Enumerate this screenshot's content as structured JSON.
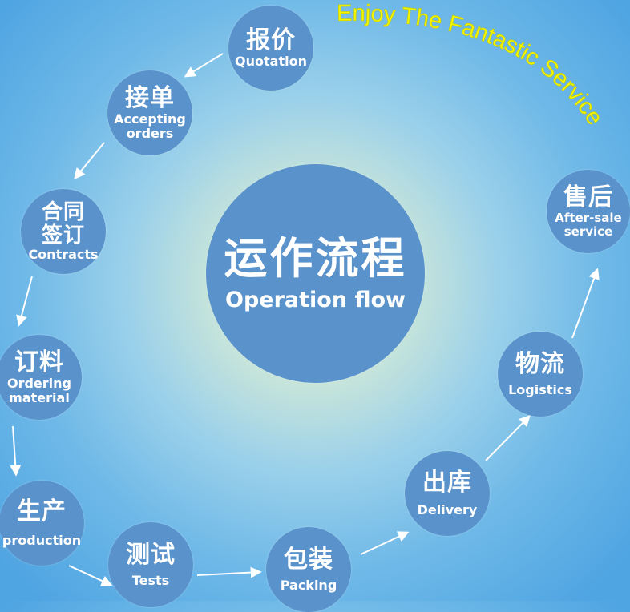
{
  "diagram": {
    "slogan": "Enjoy The Fantastic Service",
    "center": {
      "cn": "运作流程",
      "en": "Operation flow"
    },
    "steps": [
      {
        "cn": "报价",
        "en": "Quotation"
      },
      {
        "cn": "接单",
        "en": "Accepting\norders"
      },
      {
        "cn": "合同\n签订",
        "en": "Contracts"
      },
      {
        "cn": "订料",
        "en": "Ordering\nmaterial"
      },
      {
        "cn": "生产",
        "en": "production"
      },
      {
        "cn": "测试",
        "en": "Tests"
      },
      {
        "cn": "包装",
        "en": "Packing"
      },
      {
        "cn": "出库",
        "en": "Delivery"
      },
      {
        "cn": "物流",
        "en": "Logistics"
      },
      {
        "cn": "售后",
        "en": "After-sale\nservice"
      }
    ]
  },
  "colors": {
    "node": "#5a93cc",
    "node_text": "#ffffff",
    "arrow": "#ffffff",
    "slogan": "#f2f500",
    "background_center": "#e6f0c4",
    "background_edge": "#4fa5e2"
  }
}
